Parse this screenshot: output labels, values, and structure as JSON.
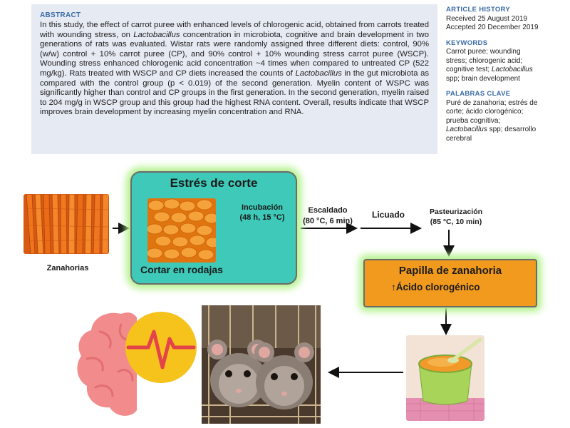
{
  "abstract": {
    "heading": "ABSTRACT",
    "body_parts": [
      "In this study, the effect of carrot puree with enhanced levels of chlorogenic acid, obtained from carrots treated with wounding stress, on ",
      "Lactobacillus",
      " concentration in microbiota, cognitive and brain development in two generations of rats was evaluated. Wistar rats were randomly assigned three different diets: control, 90% (w/w) control + 10% carrot puree (CP), and 90% control + 10% wounding stress carrot puree (WSCP). Wounding stress enhanced chlorogenic acid concentration ~4 times when compared to untreated CP (522 mg/kg). Rats treated with WSCP and CP diets increased the counts of ",
      "Lactobacillus",
      " in the gut microbiota as compared with the control group (p < 0.019) of the second generation. Myelin content of WSPC was significantly higher than control and CP groups in the first generation. In the second generation, myelin raised to 204 mg/g in WSCP group and this group had the highest RNA content. Overall, results indicate that WSCP improves brain development by increasing myelin concentration and RNA."
    ]
  },
  "sidebar": {
    "history_heading": "ARTICLE HISTORY",
    "received": "Received 25 August 2019",
    "accepted": "Accepted 20 December 2019",
    "keywords_heading": "KEYWORDS",
    "keywords_lines": [
      "Carrot puree; wounding",
      "stress; chlorogenic acid;",
      "cognitive test; ",
      "spp; brain development"
    ],
    "keywords_italic": "Lactobacillus",
    "palabras_heading": "PALABRAS CLAVE",
    "palabras_lines": [
      "Puré de zanahoria; estrés de",
      "corte; ácido clorogénico;",
      "prueba cognitiva;",
      " spp; desarrollo",
      "cerebral"
    ],
    "palabras_italic": "Lactobacillus"
  },
  "diagram": {
    "carrots_label": "Zanahorias",
    "stress_title": "Estrés de corte",
    "cut_label": "Cortar en rodajas",
    "incubation": [
      "Incubación",
      "(48 h, 15 °C)"
    ],
    "blanching": [
      "Escaldado",
      "(80 °C, 6 min)"
    ],
    "blending": "Licuado",
    "pasteurization": [
      "Pasteurización",
      "(85 °C, 10 min)"
    ],
    "puree_title": "Papilla de zanahoria",
    "puree_sub_arrow": "↑",
    "puree_sub": "Ácido clorogénico"
  },
  "colors": {
    "heading_blue": "#3b6aa6",
    "panel_bg": "#e6eaf3",
    "stress_box": "#3ec9b8",
    "puree_box": "#f29a1e",
    "glow": "#b5f28f",
    "brain_pink": "#f28b8b",
    "pulse_circle": "#f6c21c"
  },
  "icons": [
    "carrots-photo",
    "carrot-slices-photo",
    "puree-bowl-photo",
    "rats-photo",
    "brain-pulse-icon"
  ]
}
